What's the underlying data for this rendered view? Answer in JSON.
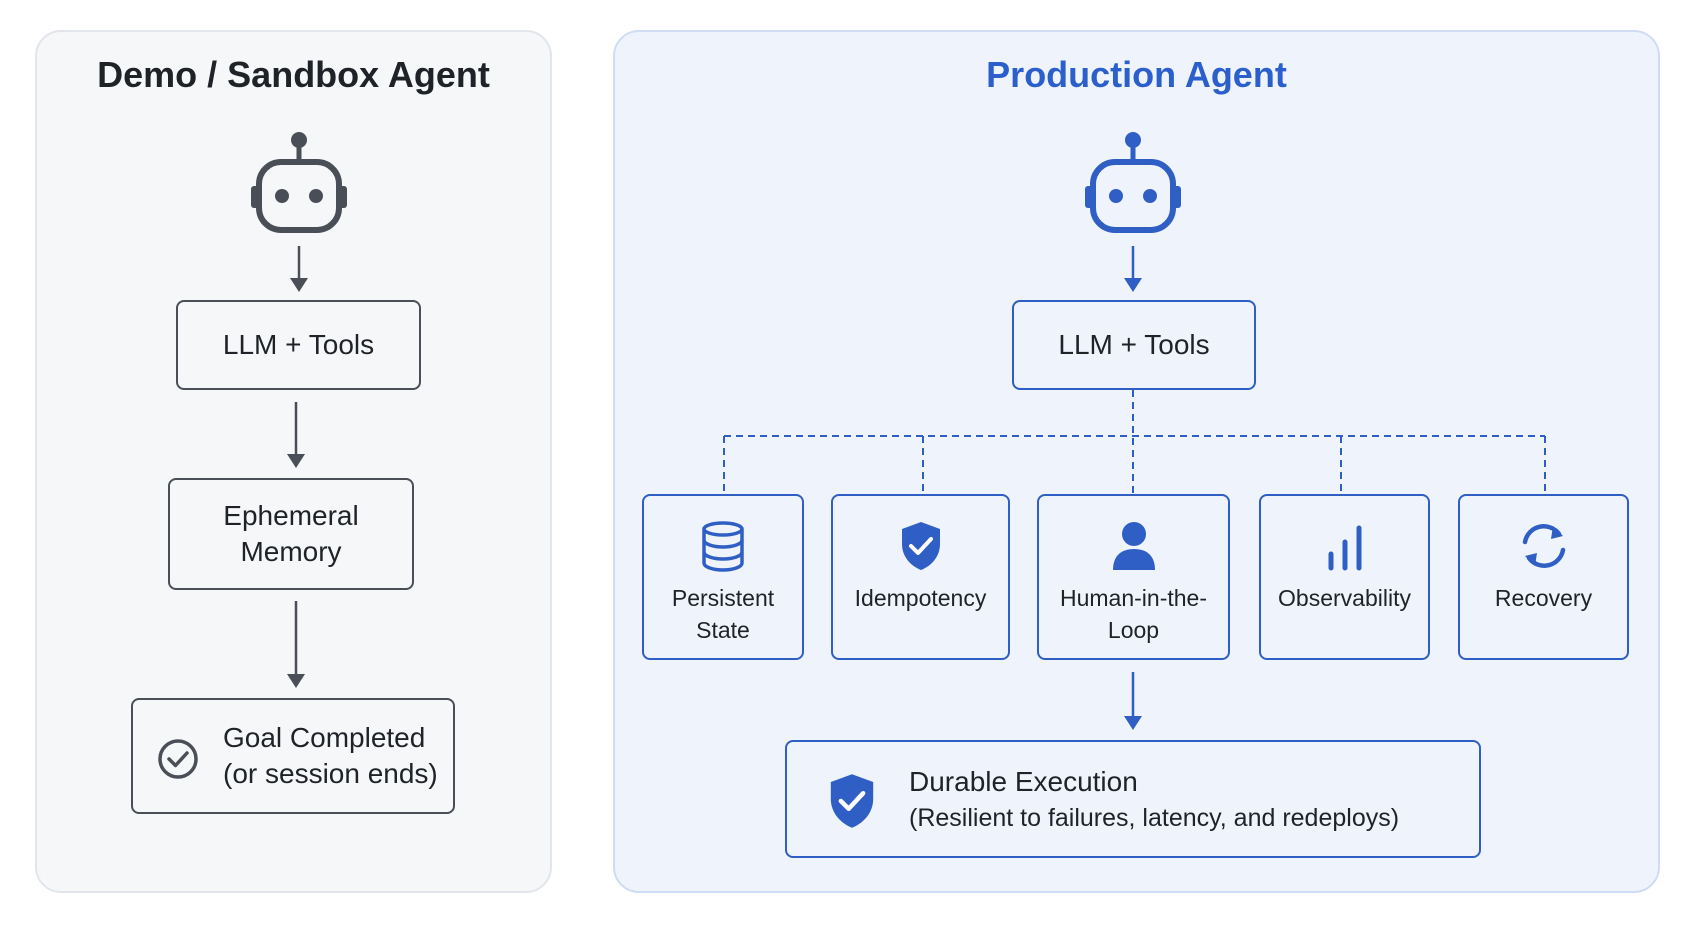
{
  "demo": {
    "title": "Demo / Sandbox Agent",
    "icon": "robot-icon",
    "steps": {
      "llm": "LLM + Tools",
      "memory_line1": "Ephemeral",
      "memory_line2": "Memory",
      "goal_line1": "Goal Completed",
      "goal_line2": "(or session ends)"
    },
    "goal_icon": "check-circle-icon"
  },
  "production": {
    "title": "Production Agent",
    "icon": "robot-icon",
    "llm": "LLM + Tools",
    "features": [
      {
        "icon": "database-icon",
        "line1": "Persistent",
        "line2": "State"
      },
      {
        "icon": "shield-check-icon",
        "line1": "Idempotency",
        "line2": ""
      },
      {
        "icon": "user-icon",
        "line1": "Human-in-the-",
        "line2": "Loop"
      },
      {
        "icon": "bar-chart-icon",
        "line1": "Observability",
        "line2": ""
      },
      {
        "icon": "refresh-icon",
        "line1": "Recovery",
        "line2": ""
      }
    ],
    "result": {
      "icon": "shield-check-icon",
      "title": "Durable Execution",
      "subtitle": "(Resilient to failures, latency, and redeploys)"
    }
  },
  "colors": {
    "demo_stroke": "#4a4f57",
    "prod_stroke": "#2f5fc5",
    "prod_title": "#2b5fcc",
    "demo_bg": "#f6f7f9",
    "prod_bg": "#eef3fc"
  }
}
